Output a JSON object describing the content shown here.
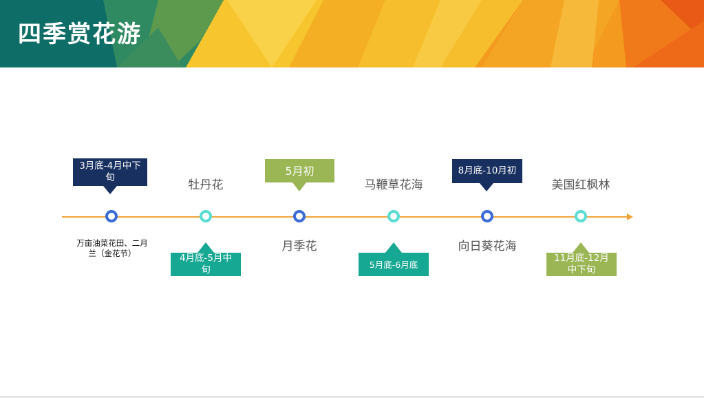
{
  "slide": {
    "title": "四季赏花游",
    "colors": {
      "teal_banner": "#0E6E67",
      "orange": "#F39A1F",
      "yellow": "#F7C62E",
      "axis": "#F1A43A",
      "navy": "#17305F",
      "olive": "#9AB655",
      "green": "#17A894",
      "marker_blue": "#3A6BD6",
      "marker_teal": "#5ADDD2"
    }
  },
  "timeline": {
    "items": [
      {
        "flower": "万亩油菜花田、二月兰（金花节）",
        "period": "3月底-4月中下旬"
      },
      {
        "flower": "牡丹花",
        "period": "4月底-5月中旬"
      },
      {
        "flower": "月季花",
        "period": "5月初"
      },
      {
        "flower": "马鞭草花海",
        "period": "5月底-6月底"
      },
      {
        "flower": "向日葵花海",
        "period": "8月底-10月初"
      },
      {
        "flower": "美国红枫林",
        "period": "11月底-12月中下旬"
      }
    ]
  }
}
